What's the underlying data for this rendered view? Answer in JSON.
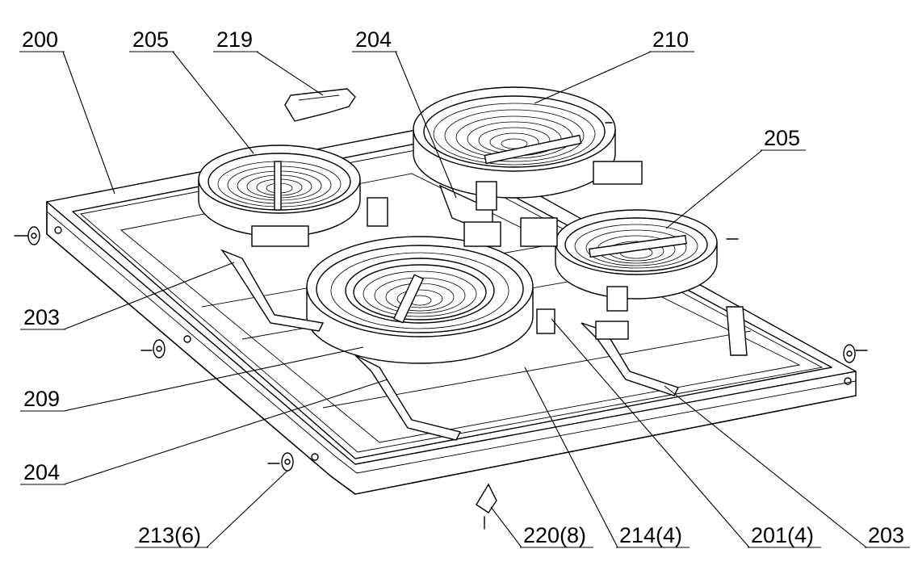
{
  "callouts": {
    "c200": "200",
    "c205_left": "205",
    "c219": "219",
    "c204_top": "204",
    "c210": "210",
    "c205_right": "205",
    "c203_left": "203",
    "c209": "209",
    "c204_bottom": "204",
    "c213": "213(6)",
    "c220": "220(8)",
    "c214": "214(4)",
    "c201": "201(4)",
    "c203_right": "203"
  }
}
